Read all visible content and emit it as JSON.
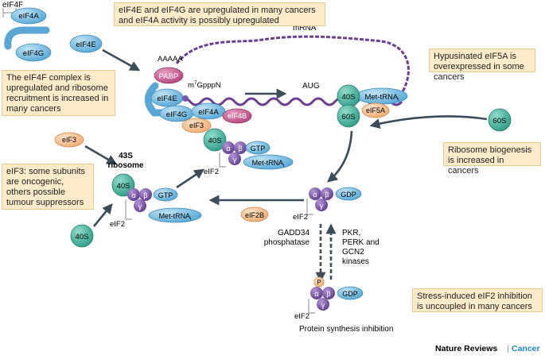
{
  "notes": {
    "eif4e_eif4g": "eIF4E and eIF4G are upregulated in many cancers and eIF4A activity is possibly upregulated",
    "eif4f_complex": "The eIF4F complex is upregulated and ribosome recruitment is increased in many cancers",
    "eif5a": "Hypusinated eIF5A is overexpressed in some cancers",
    "ribosome_biogenesis": "Ribosome biogenesis is increased in cancers",
    "eif3": "eIF3: some subunits are oncogenic, others possible tumour suppressors",
    "stress": "Stress-induced eIF2 inhibition is uncoupled in many cancers"
  },
  "labels": {
    "eif4f": "eIF4F",
    "eif4a": "eIF4A",
    "eif4g": "eIF4G",
    "eif4e": "eIF4E",
    "mrna": "mRNA",
    "polya": "AAAAA",
    "pabp": "PABP",
    "cap_m": "m",
    "cap_sup": "7",
    "cap_rest": "GpppN",
    "aug": "AUG",
    "eif4b": "eIF4B",
    "eif3": "eIF3",
    "s40": "40S",
    "s60": "60S",
    "eif5a": "eIF5A",
    "met_trna": "Met-tRNA",
    "met_trna_i": "i",
    "alpha": "α",
    "beta": "β",
    "gamma": "γ",
    "gtp": "GTP",
    "gdp": "GDP",
    "eif2": "eIF2",
    "eif2b": "eIF2B",
    "ribosome_43s_line1": "43S",
    "ribosome_43s_line2": "ribosome",
    "gadd34_line1": "GADD34",
    "gadd34_line2": "phosphatase",
    "kinases_line1": "PKR,",
    "kinases_line2": "PERK and",
    "kinases_line3": "GCN2",
    "kinases_line4": "kinases",
    "phospho": "P",
    "inhibition": "Protein synthesis inhibition"
  },
  "footer": {
    "brand": "Nature Reviews",
    "separator": "|",
    "journal": "Cancer"
  },
  "colors": {
    "note_bg": "#fdebc9",
    "eif4e_blue": "#6fb6dd",
    "s40_green": "#3aaa95",
    "eif3_orange": "#f6c79a",
    "pabp_pink": "#c9568a",
    "subunit_purple": "#7a55a6",
    "mrna_purple": "#6d3f93",
    "arrow_gray": "#3b4d5a",
    "journal_blue": "#1f86c6"
  }
}
